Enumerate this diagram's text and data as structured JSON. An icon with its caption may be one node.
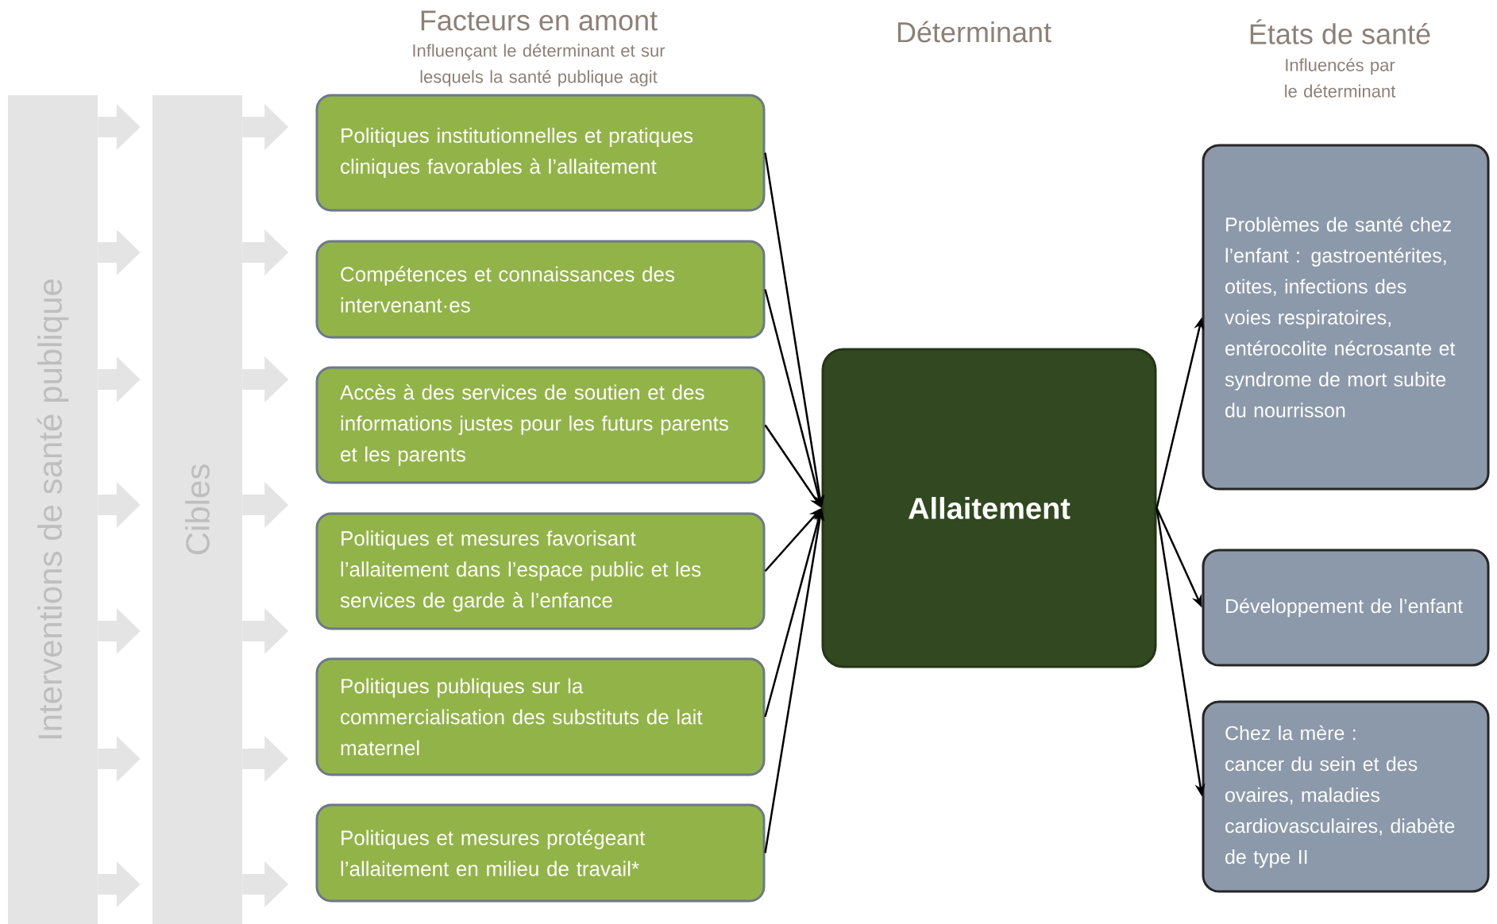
{
  "diagram": {
    "nodes": [
      {
        "text": [
          "Interventions de santé publique"
        ]
      },
      {
        "text": [
          "Cibles"
        ]
      },
      {
        "text": [
          "Politiques institutionnelles et pratiques cliniques favorables à l’allaitement"
        ]
      },
      {
        "text": [
          "Compétences et connaissances des intervenant·es"
        ]
      },
      {
        "text": [
          "Accès à des services de soutien et des informations justes pour les futurs parents et les parents"
        ]
      },
      {
        "text": [
          "Politiques et mesures favorisant l’allaitement dans l’espace public et les services de garde à l’enfance"
        ]
      },
      {
        "text": [
          "Politiques publiques sur la commercialisation des substituts de lait maternel"
        ]
      },
      {
        "text": [
          "Politiques et mesures protégeant l’allaitement en milieu de travail*"
        ]
      },
      {
        "text": [
          "Allaitement"
        ]
      },
      {
        "text": [
          "Problèmes de santé chez l’enfant : gastroentérites, otites, infections des voies respiratoires, entérocolite nécrosante et syndrome de mort subite du nourrisson"
        ]
      },
      {
        "text": [
          "Développement de l’enfant"
        ]
      },
      {
        "text": [
          "Chez la mère : cancer du sein et des ovaires, maladies cardiovasculaires, diabète de type II"
        ]
      }
    ],
    "edges": [
      {
        "from": 0,
        "to": 1,
        "arrow": "to"
      },
      {
        "from": 0,
        "to": 1,
        "arrow": "to"
      },
      {
        "from": 0,
        "to": 1,
        "arrow": "to"
      },
      {
        "from": 0,
        "to": 1,
        "arrow": "to"
      },
      {
        "from": 0,
        "to": 1,
        "arrow": "to"
      },
      {
        "from": 0,
        "to": 1,
        "arrow": "to"
      },
      {
        "from": 0,
        "to": 1,
        "arrow": "to"
      },
      {
        "from": 1,
        "to": null,
        "arrow": "to"
      },
      {
        "from": 1,
        "to": null,
        "arrow": "to"
      },
      {
        "from": 1,
        "to": null,
        "arrow": "to"
      },
      {
        "from": 1,
        "to": null,
        "arrow": "to"
      },
      {
        "from": 1,
        "to": null,
        "arrow": "to"
      },
      {
        "from": 1,
        "to": null,
        "arrow": "to"
      },
      {
        "from": 1,
        "to": null,
        "arrow": "to"
      },
      {
        "from": 2,
        "to": 8,
        "arrow": "to",
        "color": "#000000"
      },
      {
        "from": 3,
        "to": 8,
        "arrow": "to",
        "color": "#000000"
      },
      {
        "from": 4,
        "to": 8,
        "arrow": "to",
        "color": "#000000"
      },
      {
        "from": 5,
        "to": 8,
        "arrow": "to",
        "color": "#000000"
      },
      {
        "from": 6,
        "to": 8,
        "arrow": "to",
        "color": "#000000"
      },
      {
        "from": 7,
        "to": 8,
        "arrow": "to",
        "color": "#000000"
      },
      {
        "from": 8,
        "to": 9,
        "arrow": "to",
        "color": "#000000"
      },
      {
        "from": 8,
        "to": 10,
        "arrow": "to",
        "color": "#000000"
      },
      {
        "from": 8,
        "to": 11,
        "arrow": "to",
        "color": "#000000"
      }
    ],
    "labels": [
      "Facteurs en amont",
      "Influençant le déterminant et sur lesquels la santé publique agit",
      "Déterminant",
      "États de santé",
      "Influencés par le déterminant"
    ]
  }
}
